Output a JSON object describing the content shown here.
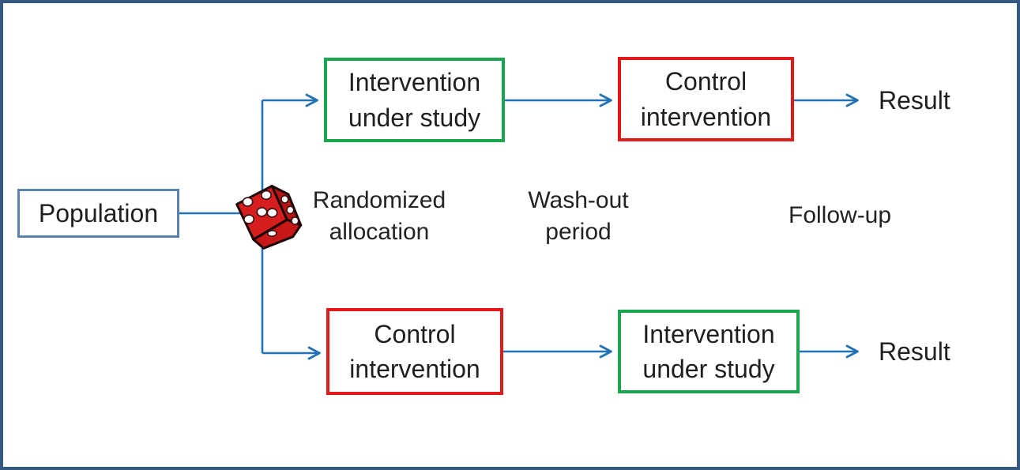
{
  "figure": {
    "description": "Crossover randomized trial flow diagram",
    "population": {
      "label": "Population"
    },
    "sequence_top": {
      "first": {
        "label": "Intervention under study",
        "border_color": "#1aa64f"
      },
      "second": {
        "label": "Control intervention",
        "border_color": "#e01a1a"
      },
      "result": {
        "label": "Result"
      }
    },
    "sequence_bottom": {
      "first": {
        "label": "Control intervention",
        "border_color": "#e01a1a"
      },
      "second": {
        "label": "Intervention under study",
        "border_color": "#1aa64f"
      },
      "result": {
        "label": "Result"
      }
    },
    "phase_labels": {
      "randomization": "Randomized allocation",
      "washout": "Wash-out period",
      "follow_up": "Follow-up"
    },
    "icons": {
      "die": "red-die-icon"
    },
    "colors": {
      "frame_border": "#35597e",
      "population_border": "#5b82ad",
      "intervention_border": "#1aa64f",
      "control_border": "#e01a1a",
      "arrow": "#2272b5",
      "text": "#1f1f1f",
      "die_front": "#d61e1e",
      "die_side": "#a81414"
    }
  }
}
